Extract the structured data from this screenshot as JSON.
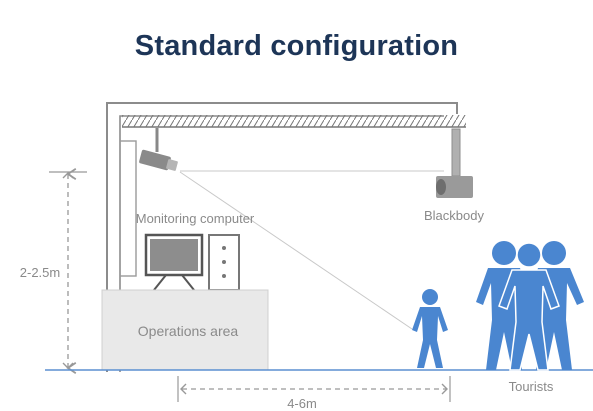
{
  "title": "Standard configuration",
  "labels": {
    "monitoring_computer": "Monitoring computer",
    "blackbody": "Blackbody",
    "height": "2-2.5m",
    "operations_area": "Operations area",
    "distance": "4-6m",
    "tourists": "Tourists"
  },
  "colors": {
    "title": "#1d3557",
    "person": "#4a86d0",
    "frame": "#888888",
    "ground": "#5b8fd1",
    "label": "#8a8a8a"
  }
}
